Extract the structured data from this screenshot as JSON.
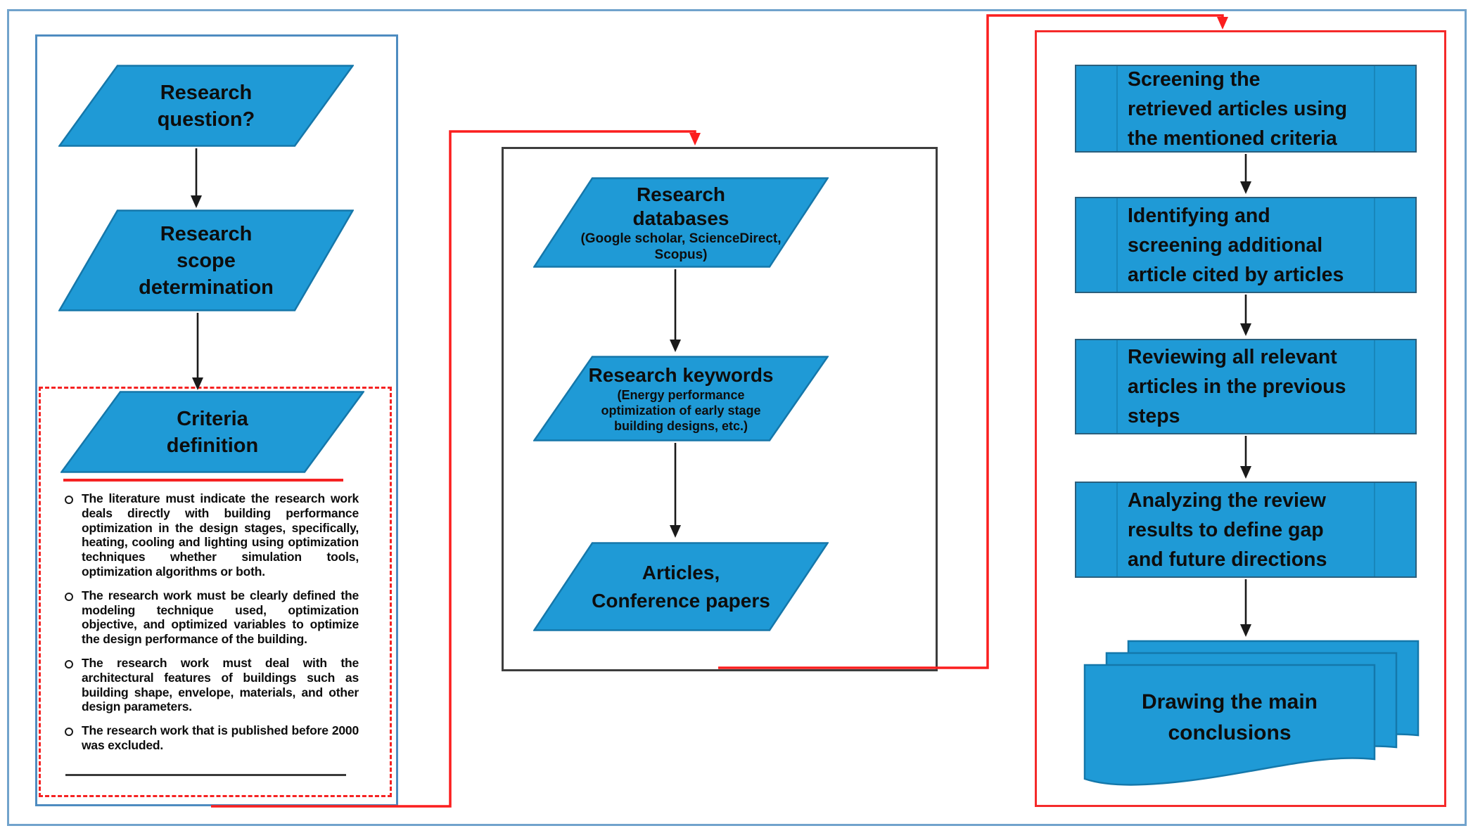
{
  "left_panel": {
    "step1": "Research\nquestion?",
    "step2": "Research\nscope\ndetermination",
    "step3": "Criteria\ndefinition",
    "criteria": [
      "The literature must indicate the research work deals directly with building performance optimization in the design stages, specifically, heating, cooling and lighting using optimization techniques whether simulation tools, optimization algorithms or both.",
      "The research work must be clearly defined the modeling technique used, optimization objective, and optimized variables to optimize the design performance of the building.",
      "The research work must deal with the architectural features of buildings such as building shape, envelope, materials, and other design parameters.",
      "The research work that is published before 2000 was excluded."
    ]
  },
  "middle_panel": {
    "step1_title": "Research\ndatabases",
    "step1_subtitle": "(Google scholar, ScienceDirect,\nScopus)",
    "step2_title": "Research keywords",
    "step2_subtitle": "(Energy performance\noptimization of early stage\nbuilding designs, etc.)",
    "step3_title": "Articles,\nConference papers"
  },
  "right_panel": {
    "step1": "Screening the\nretrieved articles using\nthe mentioned criteria",
    "step2": "Identifying and\nscreening additional\narticle cited by articles",
    "step3": "Reviewing all relevant\narticles in the previous\nsteps",
    "step4": "Analyzing the review\nresults to define gap\nand future directions",
    "step5": "Drawing the main\nconclusions"
  },
  "colors": {
    "shape_blue": "#1f9ad6",
    "shape_blue_border": "#1577aa",
    "connector_red": "#fb1e1e",
    "panel_red_border": "#f52a2a",
    "panel_blue_border": "#4e8cc0",
    "outer_border": "#71a3cc",
    "middle_box_border": "#3d3d3d",
    "arrow_black": "#1a1a1a"
  }
}
